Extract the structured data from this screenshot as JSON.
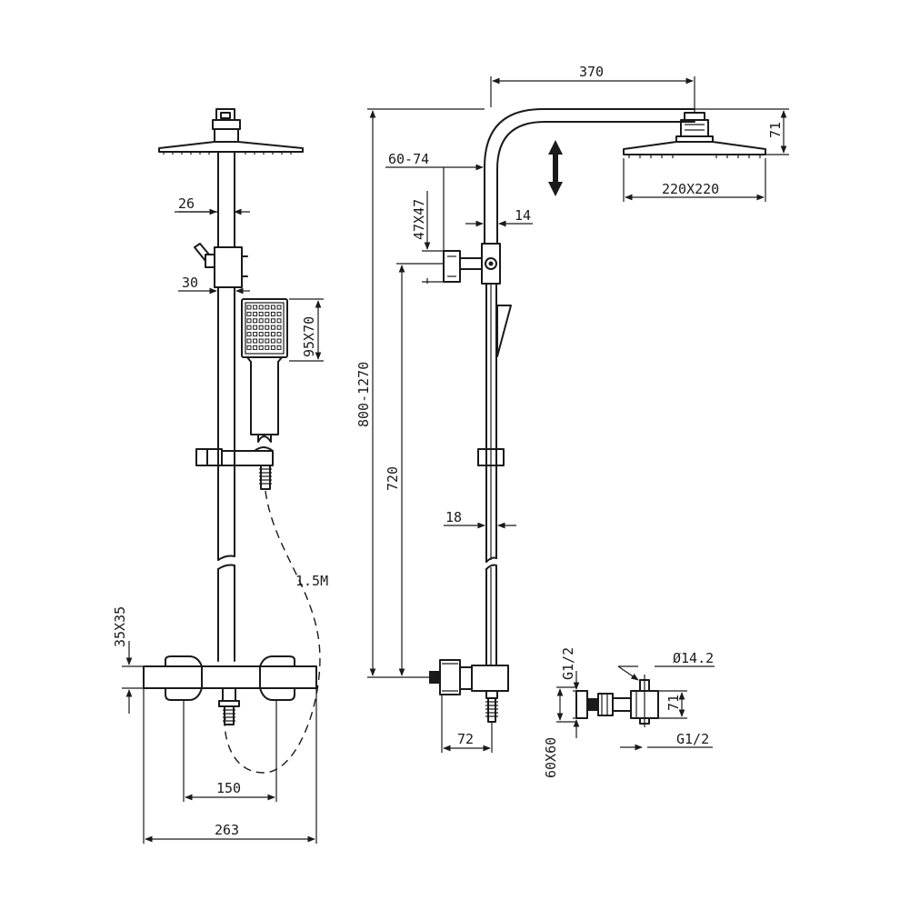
{
  "drawing": {
    "front_view": {
      "dim_pipe_upper": "26",
      "dim_pipe_lower": "30",
      "dim_handheld": "95X70",
      "dim_hose": "1.5M",
      "dim_valve_body": "35X35",
      "dim_inlet_centers": "150",
      "dim_overall_width": "263"
    },
    "side_view": {
      "dim_arm_length": "370",
      "dim_head_height": "71",
      "dim_head_size": "220X220",
      "dim_offset_range": "60-74",
      "dim_bracket": "47X47",
      "dim_rail_upper": "14",
      "dim_total_height": "800-1270",
      "dim_slide_range": "720",
      "dim_rail_lower": "18",
      "dim_inlet_offset": "72"
    },
    "eccentric_detail": {
      "dim_thread_top": "G1/2",
      "dim_pipe_diameter": "Ø14.2",
      "dim_height": "71",
      "dim_thread_bottom": "G1/2",
      "dim_flange": "60X60"
    }
  }
}
